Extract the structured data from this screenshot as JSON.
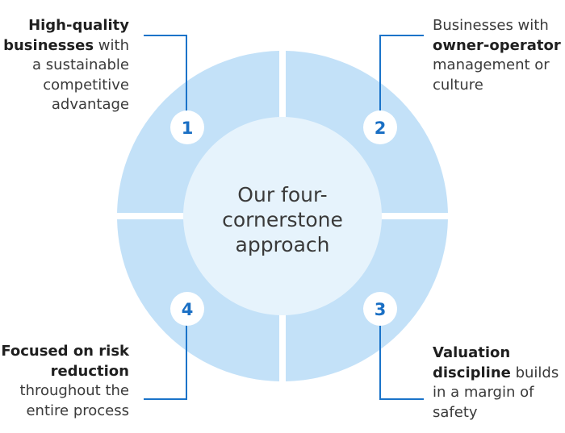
{
  "center": {
    "lines": [
      "Our four-",
      "cornerstone",
      "approach"
    ]
  },
  "colors": {
    "segment": "#c3e1f8",
    "connector": "#1a73c9",
    "number": "#1a6fc4",
    "center": "#e6f3fc",
    "badge": "#ffffff"
  },
  "cornerstones": [
    {
      "number": "1",
      "lines": [
        [
          {
            "t": "High-quality",
            "b": true
          }
        ],
        [
          {
            "t": "businesses",
            "b": true
          },
          {
            "t": " with",
            "b": false
          }
        ],
        [
          {
            "t": "a sustainable",
            "b": false
          }
        ],
        [
          {
            "t": "competitive",
            "b": false
          }
        ],
        [
          {
            "t": "advantage",
            "b": false
          }
        ]
      ]
    },
    {
      "number": "2",
      "lines": [
        [
          {
            "t": "Businesses with",
            "b": false
          }
        ],
        [
          {
            "t": "owner-operator",
            "b": true
          }
        ],
        [
          {
            "t": "management or",
            "b": false
          }
        ],
        [
          {
            "t": "culture",
            "b": false
          }
        ]
      ]
    },
    {
      "number": "3",
      "lines": [
        [
          {
            "t": "Valuation",
            "b": true
          }
        ],
        [
          {
            "t": "discipline",
            "b": true
          },
          {
            "t": " builds",
            "b": false
          }
        ],
        [
          {
            "t": "in a margin of",
            "b": false
          }
        ],
        [
          {
            "t": "safety",
            "b": false
          }
        ]
      ]
    },
    {
      "number": "4",
      "lines": [
        [
          {
            "t": "Focused on risk",
            "b": true
          }
        ],
        [
          {
            "t": "reduction",
            "b": true
          }
        ],
        [
          {
            "t": "throughout the",
            "b": false
          }
        ],
        [
          {
            "t": "entire process",
            "b": false
          }
        ]
      ]
    }
  ]
}
